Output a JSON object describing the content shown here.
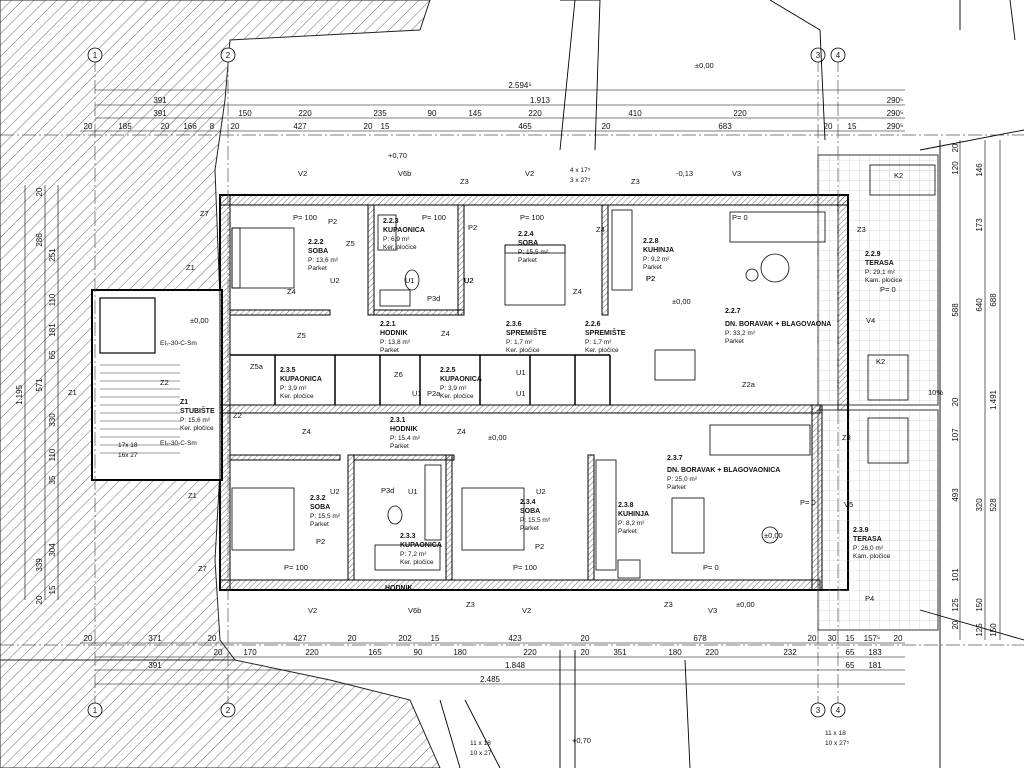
{
  "dims_top": {
    "total": "2.594⁵",
    "row2": [
      "391",
      "1.913",
      "290⁵"
    ],
    "row3": [
      "391",
      "150",
      "220",
      "235",
      "90",
      "145",
      "220",
      "410",
      "220",
      "290⁵"
    ],
    "row4": [
      "20",
      "185",
      "20",
      "166",
      "8",
      "20",
      "427",
      "20",
      "15",
      "465",
      "20",
      "683",
      "20",
      "15",
      "290⁵"
    ]
  },
  "dims_bottom": {
    "row1": [
      "20",
      "371",
      "20",
      "427",
      "20",
      "202",
      "15",
      "423",
      "20",
      "678",
      "20",
      "30",
      "15",
      "157⁵",
      "20"
    ],
    "row2": [
      "20",
      "170",
      "220",
      "165",
      "90",
      "180",
      "220",
      "20",
      "351",
      "180",
      "220",
      "232",
      "65",
      "183"
    ],
    "row3": [
      "391",
      "1.848",
      "65",
      "181"
    ],
    "total": "2.485"
  },
  "dims_left": [
    "20",
    "286",
    "251",
    "181",
    "110",
    "65",
    "571",
    "1.195",
    "330",
    "110",
    "35",
    "339",
    "304",
    "15",
    "20"
  ],
  "dims_right": [
    "20",
    "120",
    "146",
    "173",
    "588",
    "640",
    "688",
    "20",
    "1.491",
    "107",
    "493",
    "320",
    "528",
    "101",
    "125",
    "150",
    "20",
    "125",
    "150"
  ],
  "grid_axes": [
    "1",
    "2",
    "3",
    "4"
  ],
  "levels": [
    "±0,00",
    "+0,70",
    "-0,13",
    "±0,00",
    "±0,00",
    "±0,00",
    "±0,00",
    "+0,70",
    "±0,00"
  ],
  "slope": "10%",
  "stairs": [
    "4 x 17⁵",
    "3 x 27⁵",
    "17x 18",
    "16x 27",
    "11 x 18",
    "10 x 27",
    "11 x 18",
    "10 x 27⁵"
  ],
  "fire": [
    "EI₂-30-C-Sm",
    "EI₂-30-C-Sm"
  ],
  "rooms": [
    {
      "id": "2.2.2",
      "name": "SOBA",
      "area": "P: 13,6 m²",
      "floor": "Parket"
    },
    {
      "id": "2.2.3",
      "name": "KUPAONICA",
      "area": "P: 6,9 m²",
      "floor": "Ker. pločice"
    },
    {
      "id": "2.2.4",
      "name": "SOBA",
      "area": "P: 15,5 m²",
      "floor": "Parket"
    },
    {
      "id": "2.2.8",
      "name": "KUHINJA",
      "area": "P: 9,2 m²",
      "floor": "Parket"
    },
    {
      "id": "2.2.9",
      "name": "TERASA",
      "area": "P: 29,1 m²",
      "floor": "Kam. pločice"
    },
    {
      "id": "2.2.1",
      "name": "HODNIK",
      "area": "P: 13,8 m²",
      "floor": "Parket"
    },
    {
      "id": "2.3.6",
      "name": "SPREMIŠTE",
      "area": "P: 1,7 m²",
      "floor": "Ker. pločice"
    },
    {
      "id": "2.2.6",
      "name": "SPREMIŠTE",
      "area": "P: 1,7 m²",
      "floor": "Ker. pločice"
    },
    {
      "id": "2.2.7",
      "name": "DN. BORAVAK + BLAGOVAONA",
      "area": "P: 33,2 m²",
      "floor": "Parket"
    },
    {
      "id": "2.3.5",
      "name": "KUPAONICA",
      "area": "P: 3,9 m²",
      "floor": "Ker. pločice"
    },
    {
      "id": "2.2.5",
      "name": "KUPAONICA",
      "area": "P: 3,9 m²",
      "floor": "Ker. pločice"
    },
    {
      "id": "Z1",
      "name": "STUBIŠTE",
      "area": "P: 15,6 m²",
      "floor": "Ker. pločice"
    },
    {
      "id": "2.3.1",
      "name": "HODNIK",
      "area": "P: 15,4 m²",
      "floor": "Parket"
    },
    {
      "id": "2.3.2",
      "name": "SOBA",
      "area": "P: 15,5 m²",
      "floor": "Parket"
    },
    {
      "id": "2.3.3",
      "name": "KUPAONICA",
      "area": "P: 7,2 m²",
      "floor": "Ker. pločice"
    },
    {
      "id": "2.3.4",
      "name": "SOBA",
      "area": "P: 15,5 m²",
      "floor": "Parket"
    },
    {
      "id": "2.3.7",
      "name": "DN. BORAVAK + BLAGOVAONICA",
      "area": "P: 25,0 m²",
      "floor": "Parket"
    },
    {
      "id": "2.3.8",
      "name": "KUHINJA",
      "area": "P: 8,2 m²",
      "floor": "Parket"
    },
    {
      "id": "2.3.9",
      "name": "TERASA",
      "area": "P: 26,0 m²",
      "floor": "Kam. pločice"
    }
  ],
  "tags": [
    "V2",
    "V6b",
    "Z3",
    "V2",
    "Z3",
    "V3",
    "K2",
    "Z7",
    "P2",
    "P2",
    "Z5",
    "P2",
    "Z3",
    "Z1",
    "Z4",
    "U2",
    "Z4",
    "U2",
    "U1",
    "P3d",
    "U2",
    "Z4",
    "P2",
    "V4",
    "Z5",
    "Z4",
    "Z6",
    "Z5a",
    "Z2",
    "U1",
    "P2a",
    "U1",
    "U1",
    "Z2a",
    "K2",
    "Z1",
    "Z2",
    "Z4",
    "Z4",
    "Z3",
    "Z1",
    "U2",
    "U2",
    "U1",
    "P3d",
    "Z7",
    "P2",
    "P2",
    "V5",
    "P4",
    "V2",
    "V6b",
    "Z3",
    "V2",
    "Z3",
    "V3",
    "P= 100",
    "P= 100",
    "P= 100",
    "P= 0",
    "P= 100",
    "P= 100",
    "P= 0",
    "P= 0",
    "P= 0"
  ],
  "misc": [
    "HODNIK"
  ]
}
